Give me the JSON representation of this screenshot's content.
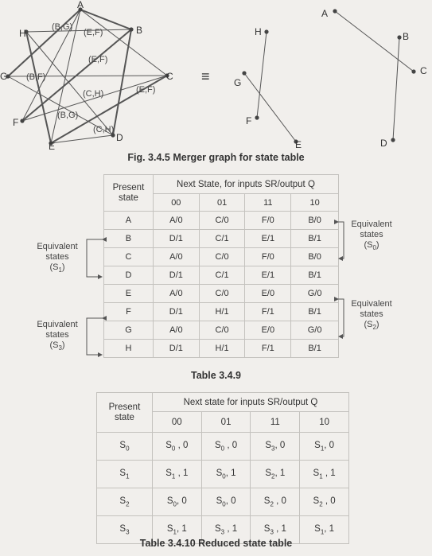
{
  "merger_graph": {
    "nodes": {
      "A": "A",
      "B": "B",
      "C": "C",
      "D": "D",
      "E": "E",
      "F": "F",
      "G": "G",
      "H": "H"
    },
    "edge_labels": [
      "(B,G)",
      "(E,F)",
      "(E,F)",
      "(B,F)",
      "(C,H)",
      "(E,F)",
      "(B,G)",
      "(C,H)"
    ],
    "equiv_sign": "≡"
  },
  "fig_caption": "Fig. 3.4.5 Merger graph for state table",
  "table1": {
    "h_present": "Present state",
    "h_next": "Next State, for inputs SR/output Q",
    "inputs": [
      "00",
      "01",
      "11",
      "10"
    ],
    "rows": [
      {
        "state": "A",
        "cells": [
          "A/0",
          "C/0",
          "F/0",
          "B/0"
        ]
      },
      {
        "state": "B",
        "cells": [
          "D/1",
          "C/1",
          "E/1",
          "B/1"
        ]
      },
      {
        "state": "C",
        "cells": [
          "A/0",
          "C/0",
          "F/0",
          "B/0"
        ]
      },
      {
        "state": "D",
        "cells": [
          "D/1",
          "C/1",
          "E/1",
          "B/1"
        ]
      },
      {
        "state": "E",
        "cells": [
          "A/0",
          "C/0",
          "E/0",
          "G/0"
        ]
      },
      {
        "state": "F",
        "cells": [
          "D/1",
          "H/1",
          "F/1",
          "B/1"
        ]
      },
      {
        "state": "G",
        "cells": [
          "A/0",
          "C/0",
          "E/0",
          "G/0"
        ]
      },
      {
        "state": "H",
        "cells": [
          "D/1",
          "H/1",
          "F/1",
          "B/1"
        ]
      }
    ],
    "caption": "Table 3.4.9"
  },
  "annotations": {
    "eq_s0": {
      "l1": "Equivalent",
      "l2": "states",
      "l3": "(S",
      "sub": "0",
      "close": ")"
    },
    "eq_s1": {
      "l1": "Equivalent",
      "l2": "states",
      "l3": "(S",
      "sub": "1",
      "close": ")"
    },
    "eq_s2": {
      "l1": "Equivalent",
      "l2": "states",
      "l3": "(S",
      "sub": "2",
      "close": ")"
    },
    "eq_s3": {
      "l1": "Equivalent",
      "l2": "states",
      "l3": "(S",
      "sub": "3",
      "close": ")"
    }
  },
  "table2": {
    "h_present": "Present state",
    "h_next": "Next state for inputs SR/output Q",
    "inputs": [
      "00",
      "01",
      "11",
      "10"
    ],
    "rows": [
      {
        "state": "S",
        "ssub": "0",
        "cells": [
          {
            "s": "S",
            "sub": "0",
            "o": ", 0"
          },
          {
            "s": "S",
            "sub": "0",
            "o": ", 0"
          },
          {
            "s": "S",
            "sub": "3",
            "o": ", 0"
          },
          {
            "s": "S",
            "sub": "1",
            "o": ", 0"
          }
        ]
      },
      {
        "state": "S",
        "ssub": "1",
        "cells": [
          {
            "s": "S",
            "sub": "1",
            "o": ", 1"
          },
          {
            "s": "S",
            "sub": "0",
            "o": ", 1"
          },
          {
            "s": "S",
            "sub": "2",
            "o": ", 1"
          },
          {
            "s": "S",
            "sub": "1",
            "o": ", 1"
          }
        ]
      },
      {
        "state": "S",
        "ssub": "2",
        "cells": [
          {
            "s": "S",
            "sub": "0",
            "o": ", 0"
          },
          {
            "s": "S",
            "sub": "0",
            "o": ", 0"
          },
          {
            "s": "S",
            "sub": "2",
            "o": ", 0"
          },
          {
            "s": "S",
            "sub": "2",
            "o": ", 0"
          }
        ]
      },
      {
        "state": "S",
        "ssub": "3",
        "cells": [
          {
            "s": "S",
            "sub": "1",
            "o": ", 1"
          },
          {
            "s": "S",
            "sub": "3",
            "o": ", 1"
          },
          {
            "s": "S",
            "sub": "3",
            "o": ", 1"
          },
          {
            "s": "S",
            "sub": "1",
            "o": ", 1"
          }
        ]
      }
    ],
    "caption": "Table 3.4.10 Reduced state table"
  }
}
